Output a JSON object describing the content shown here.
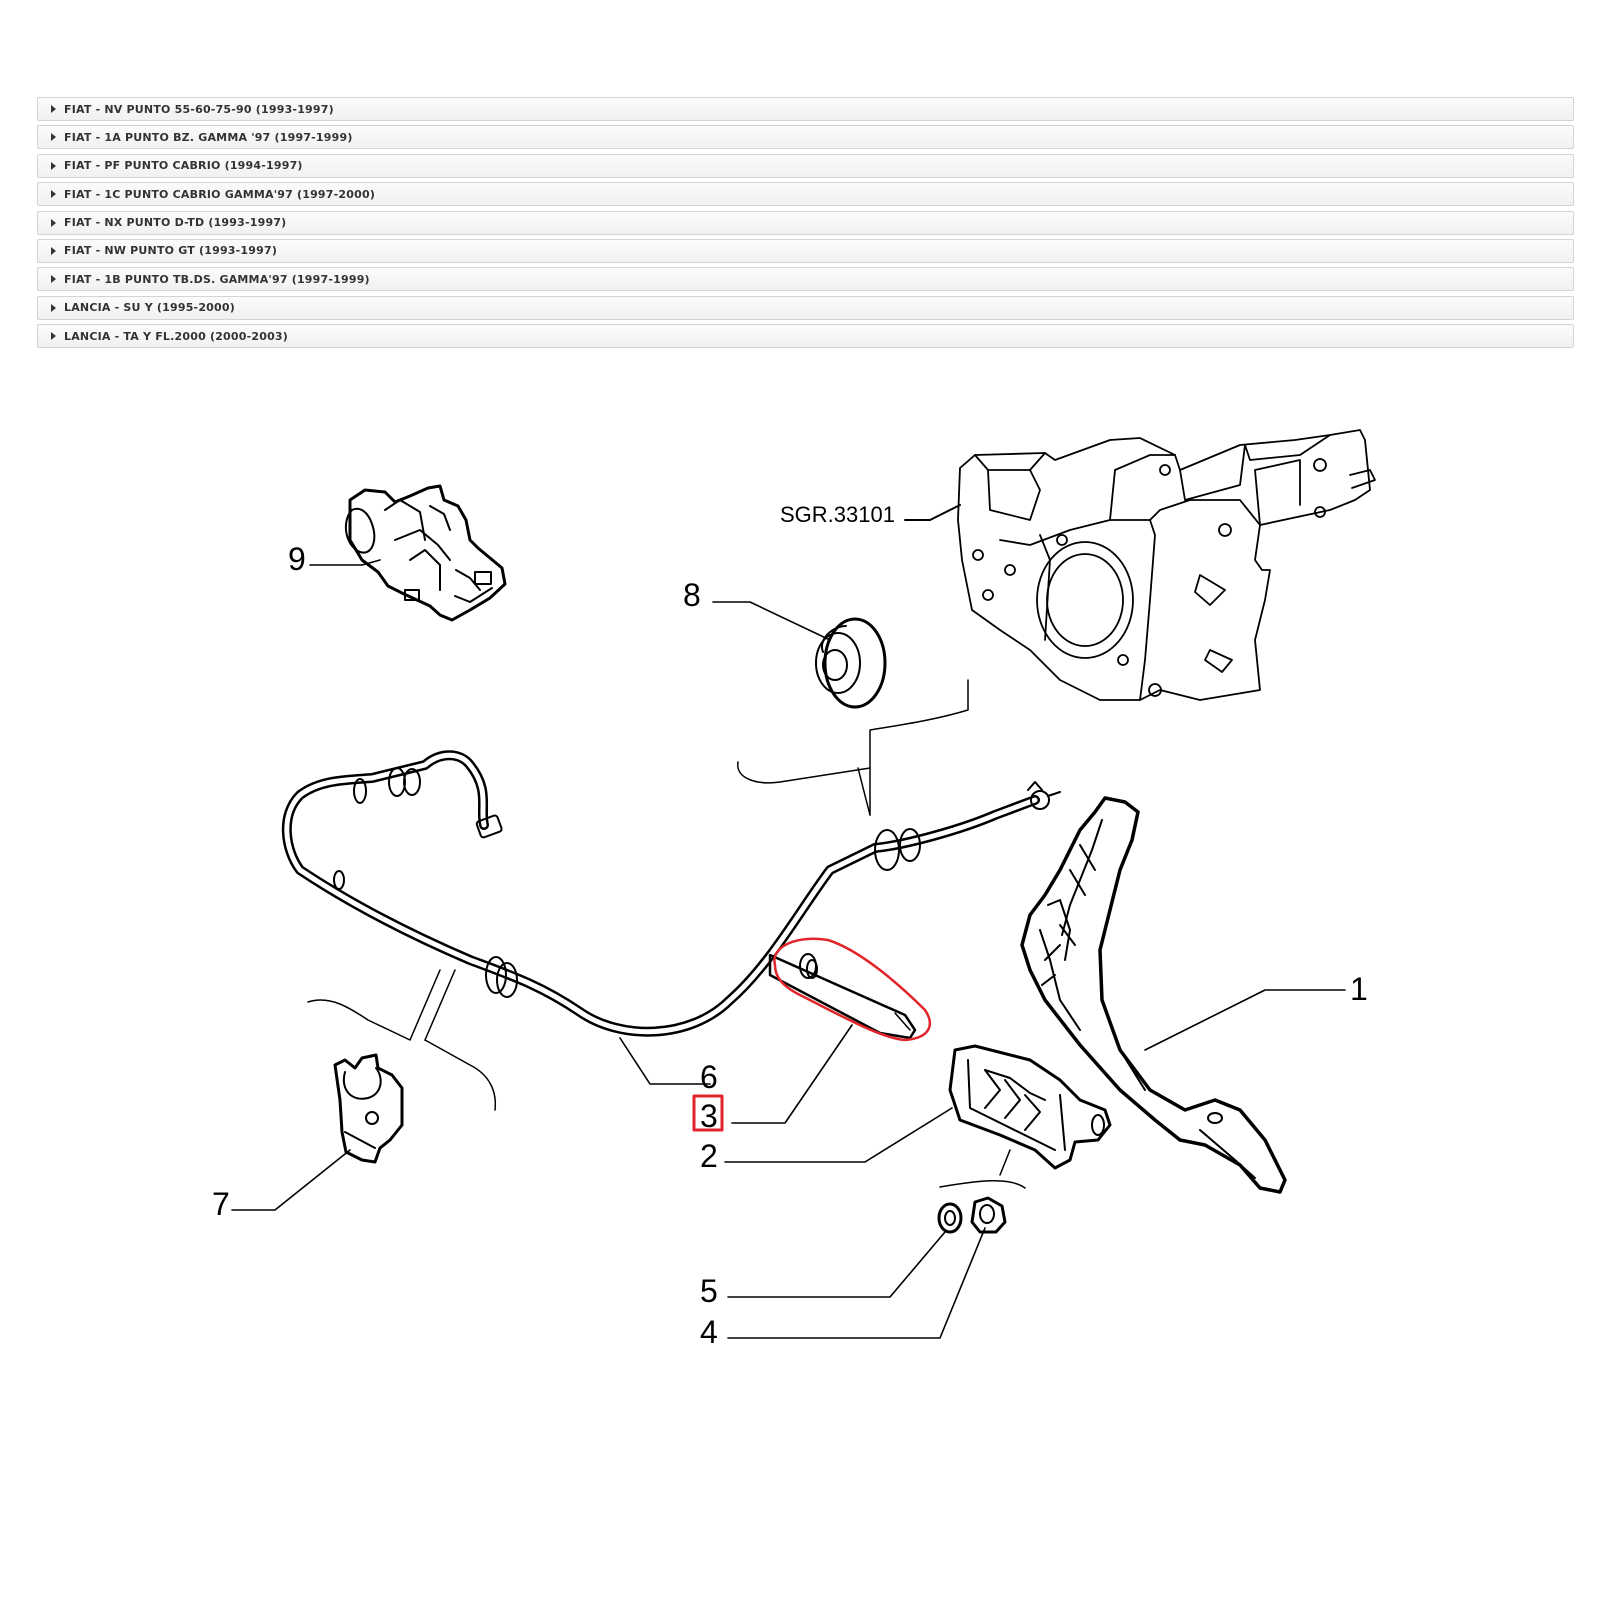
{
  "models": [
    {
      "label": "FIAT - NV PUNTO 55-60-75-90 (1993-1997)"
    },
    {
      "label": "FIAT - 1A PUNTO BZ. GAMMA '97 (1997-1999)"
    },
    {
      "label": "FIAT - PF PUNTO CABRIO (1994-1997)"
    },
    {
      "label": "FIAT - 1C PUNTO CABRIO GAMMA'97 (1997-2000)"
    },
    {
      "label": "FIAT - NX PUNTO D-TD (1993-1997)"
    },
    {
      "label": "FIAT - NW PUNTO GT (1993-1997)"
    },
    {
      "label": "FIAT - 1B PUNTO TB.DS. GAMMA'97 (1997-1999)"
    },
    {
      "label": "LANCIA - SU Y (1995-2000)"
    },
    {
      "label": "LANCIA - TA Y FL.2000 (2000-2003)"
    }
  ],
  "diagram": {
    "reference": "SGR.33101",
    "callouts": {
      "c1": "1",
      "c2": "2",
      "c3": "3",
      "c4": "4",
      "c5": "5",
      "c6": "6",
      "c7": "7",
      "c8": "8",
      "c9": "9"
    },
    "highlighted_part": "3",
    "highlight_color": "#e0262b"
  }
}
